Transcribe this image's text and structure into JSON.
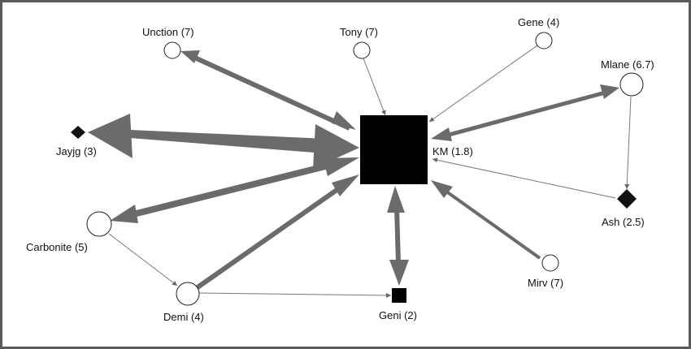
{
  "colors": {
    "edge_heavy": "#6b6b6b",
    "edge_light": "#8a8a8a",
    "node_fill_dark": "#000000",
    "node_fill_light": "#ffffff",
    "node_stroke": "#222222",
    "frame": "#5a5a5a"
  },
  "nodes": [
    {
      "id": "km",
      "label": "KM (1.8)",
      "shape": "square"
    },
    {
      "id": "unction",
      "label": "Unction (7)",
      "shape": "circle"
    },
    {
      "id": "tony",
      "label": "Tony (7)",
      "shape": "circle"
    },
    {
      "id": "gene",
      "label": "Gene (4)",
      "shape": "circle"
    },
    {
      "id": "mlane",
      "label": "Mlane (6.7)",
      "shape": "circle"
    },
    {
      "id": "jayjg",
      "label": "Jayjg (3)",
      "shape": "diamond"
    },
    {
      "id": "ash",
      "label": "Ash (2.5)",
      "shape": "diamond"
    },
    {
      "id": "carbonite",
      "label": "Carbonite (5)",
      "shape": "circle"
    },
    {
      "id": "demi",
      "label": "Demi (4)",
      "shape": "circle"
    },
    {
      "id": "geni",
      "label": "Geni (2)",
      "shape": "square"
    },
    {
      "id": "mirv",
      "label": "Mirv (7)",
      "shape": "circle"
    }
  ],
  "edges": [
    {
      "from": "km",
      "to": "unction",
      "weight": "heavy"
    },
    {
      "from": "tony",
      "to": "km",
      "weight": "light"
    },
    {
      "from": "gene",
      "to": "km",
      "weight": "light"
    },
    {
      "from": "km",
      "to": "mlane",
      "weight": "heavy",
      "bidirectional": true
    },
    {
      "from": "mlane",
      "to": "ash",
      "weight": "light"
    },
    {
      "from": "ash",
      "to": "km",
      "weight": "light"
    },
    {
      "from": "km",
      "to": "jayjg",
      "weight": "heavy",
      "bidirectional": true
    },
    {
      "from": "km",
      "to": "carbonite",
      "weight": "heavy"
    },
    {
      "from": "carbonite",
      "to": "demi",
      "weight": "light"
    },
    {
      "from": "demi",
      "to": "km",
      "weight": "heavy"
    },
    {
      "from": "demi",
      "to": "geni",
      "weight": "light"
    },
    {
      "from": "km",
      "to": "geni",
      "weight": "heavy",
      "bidirectional": true
    },
    {
      "from": "mirv",
      "to": "km",
      "weight": "heavy"
    }
  ]
}
